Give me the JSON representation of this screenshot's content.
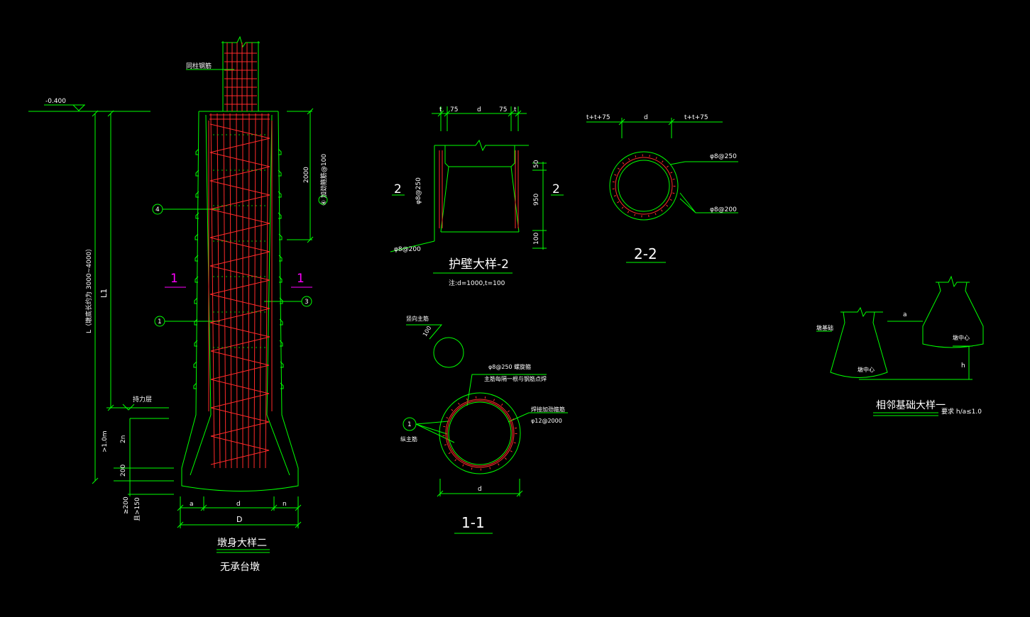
{
  "colors": {
    "background": "#000000",
    "outline": "#00ff00",
    "rebar": "#ff2a2a",
    "text": "#ffffff",
    "section_mark": "#ff00ff"
  },
  "pile_detail": {
    "title": "墩身大样二",
    "subtitle": "无承台墩",
    "elevation": "-0.400",
    "top_bar_label": "同柱钢筋",
    "length_label": "L（墩底长约为 3000~4000）",
    "l1": "L1",
    "bearing_layer": "持力层",
    "depth_min": ">1.0m",
    "h2n": "2n",
    "d200": "200",
    "ge200": "≥200",
    "gt150": "且>150",
    "seg_2000": "2000",
    "bar4_note": "④ 加劲箍筋@100",
    "section_left": "1",
    "section_right": "1",
    "callout_4": "4",
    "callout_1": "1",
    "callout_3": "3",
    "dim_a": "a",
    "dim_d": "d",
    "dim_n": "n",
    "dim_D": "D"
  },
  "retaining_wall": {
    "title": "护壁大样-2",
    "note": "注:d=1000,t=100",
    "top_dims": [
      "t",
      "75",
      "d",
      "75",
      "t"
    ],
    "dim_50": "50",
    "dim_950": "950",
    "dim_100": "100",
    "rebar_v": "φ8@250",
    "rebar_h": "φ8@200",
    "section_left": "2",
    "section_right": "2"
  },
  "section_2_2": {
    "title": "2-2",
    "dims": [
      "t+t+75",
      "d",
      "t+t+75"
    ],
    "label_top": "φ8@250",
    "label_bottom": "φ8@200"
  },
  "section_1_1": {
    "title": "1-1",
    "label_top": "竖向主筋",
    "label_100": "100",
    "rebar_spiral": "φ8@250  螺旋箍",
    "rebar_note": "主筋每隔一根与钢筋点焊",
    "stiffener": "焊接加劲箍筋",
    "stiffener_spec": "φ12@2000",
    "callout": "1",
    "callout_label": "纵主筋",
    "dim_d": "d"
  },
  "adjacent_foundation": {
    "title": "相邻基础大样一",
    "note": "要求 h/a≤1.0",
    "left_label": "墩基础",
    "left_center": "墩中心",
    "right_center": "墩中心",
    "dim_a": "a",
    "dim_h": "h"
  }
}
